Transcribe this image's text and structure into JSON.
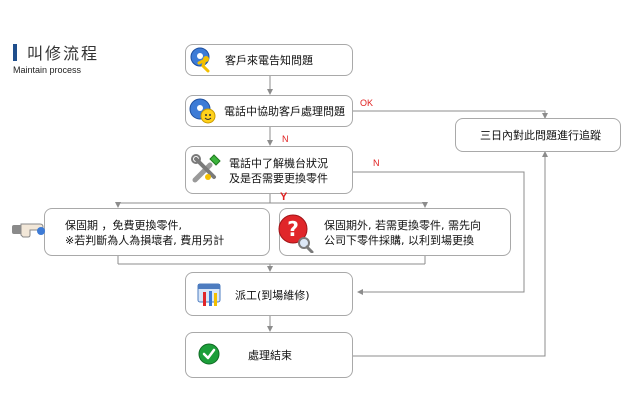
{
  "title": {
    "zh": "叫修流程",
    "en": "Maintain process"
  },
  "nodes": {
    "notify": "客戶來電告知問題",
    "assist": "電話中協助客戶處理問題",
    "diagnose": {
      "line1": "電話中了解機台狀況",
      "line2": "及是否需要更換零件"
    },
    "in_warranty": {
      "line1": "保固期 ，免費更換零件,",
      "line2": "※若判斷為人為損壞者, 費用另計"
    },
    "out_warranty": {
      "line1": "保固期外, 若需更換零件, 需先向",
      "line2": "公司下零件採購, 以利到場更換"
    },
    "dispatch": "派工(到場維修)",
    "done": "處理結束",
    "followup": "三日內對此問題進行追蹤"
  },
  "edge_labels": {
    "ok": "OK",
    "n1": "N",
    "n2": "N",
    "y": "Y"
  },
  "colors": {
    "line": "#8c8c8c",
    "label_red": "#e02020",
    "title_bar": "#1f4e8c"
  }
}
